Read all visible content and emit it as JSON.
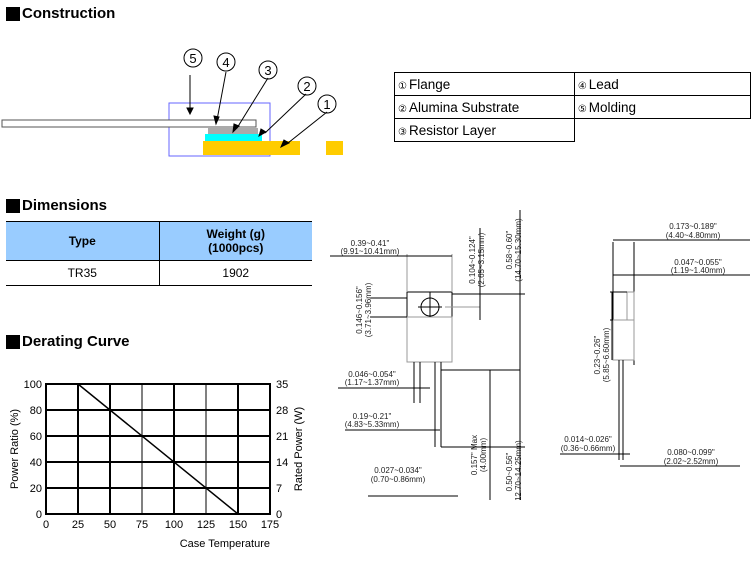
{
  "sections": {
    "construction": "Construction",
    "dimensions": "Dimensions",
    "derating": "Derating Curve"
  },
  "construction": {
    "callouts": [
      "5",
      "4",
      "3",
      "2",
      "1"
    ],
    "colors": {
      "flange": "#ffcc00",
      "substrate": "#00ffff",
      "resistor": "#aaaaaa",
      "molding_outline": "#6666ff"
    },
    "legend": [
      {
        "num": "①",
        "label": "Flange"
      },
      {
        "num": "④",
        "label": "Lead"
      },
      {
        "num": "②",
        "label": "Alumina Substrate"
      },
      {
        "num": "⑤",
        "label": "Molding"
      },
      {
        "num": "③",
        "label": "Resistor Layer"
      }
    ]
  },
  "dimensions_table": {
    "headers": [
      "Type",
      "Weight (g)",
      "(1000pcs)"
    ],
    "rows": [
      [
        "TR35",
        "1902"
      ]
    ],
    "header_color": "#99ccff"
  },
  "drawing": {
    "front": {
      "width_in": "0.39~0.41\"",
      "width_mm": "(9.91~10.41mm)",
      "hole_in": "0.146~0.156\"",
      "hole_mm": "(3.71~3.96mm)",
      "holepos_in": "0.104~0.124\"",
      "holepos_mm": "(2.65~3.15mm)",
      "height_in": "0.58~0.60\"",
      "height_mm": "(14.70~15.30mm)",
      "leadw_in": "0.046~0.054\"",
      "leadw_mm": "(1.17~1.37mm)",
      "pitch_in": "0.19~0.21\"",
      "pitch_mm": "(4.83~5.33mm)",
      "leadt_in": "0.027~0.034\"",
      "leadt_mm": "(0.70~0.86mm)",
      "stand_in": "0.157\" Max",
      "stand_mm": "(4.00mm)",
      "leadlen_in": "0.50~0.56\"",
      "leadlen_mm": "(12.70~14.25mm)"
    },
    "side": {
      "thick_in": "0.173~0.189\"",
      "thick_mm": "(4.40~4.80mm)",
      "flange_in": "0.047~0.055\"",
      "flange_mm": "(1.19~1.40mm)",
      "body_in": "0.23~0.26\"",
      "body_mm": "(5.85~6.60mm)",
      "lead_in": "0.014~0.026\"",
      "lead_mm": "(0.36~0.66mm)",
      "offset_in": "0.080~0.099\"",
      "offset_mm": "(2.02~2.52mm)"
    }
  },
  "chart_data": {
    "type": "line",
    "title": "Derating Curve",
    "xlabel": "Case Temperature",
    "ylabel": "Power Ratio (%)",
    "y2label": "Rated Power (W)",
    "x_ticks": [
      "0",
      "25",
      "50",
      "75",
      "100",
      "125",
      "150",
      "175"
    ],
    "y_ticks": [
      "0",
      "20",
      "40",
      "60",
      "80",
      "100"
    ],
    "y2_ticks": [
      "0",
      "7",
      "14",
      "21",
      "28",
      "35"
    ],
    "xlim": [
      0,
      175
    ],
    "ylim": [
      0,
      100
    ],
    "y2lim": [
      0,
      35
    ],
    "grid": true,
    "series": [
      {
        "name": "Power Ratio",
        "x": [
          0,
          25,
          150
        ],
        "y": [
          100,
          100,
          0
        ]
      }
    ]
  }
}
